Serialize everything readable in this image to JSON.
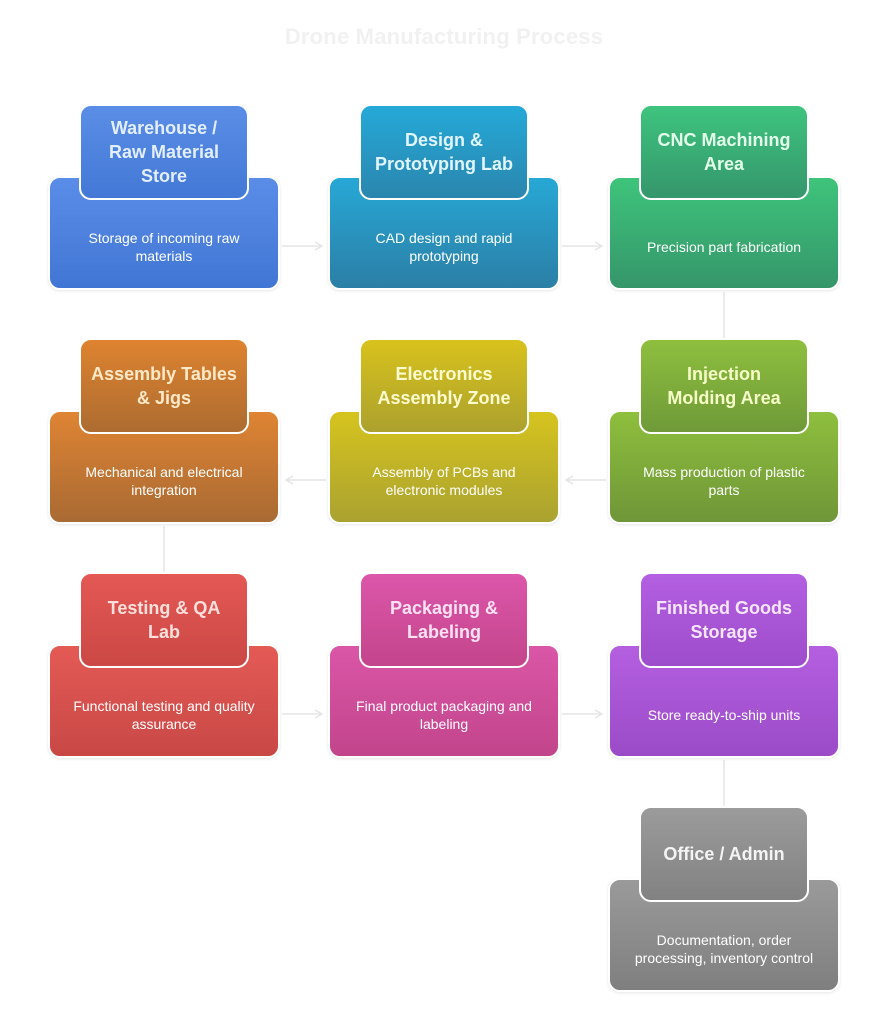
{
  "title": "Drone Manufacturing Process",
  "nodes": [
    {
      "id": "warehouse",
      "title": "Warehouse / Raw Material Store",
      "desc": "Storage of incoming raw materials",
      "colors": {
        "body_top": "#5a8de8",
        "body_bottom": "#4276d4",
        "head_top": "#5a8ee6",
        "head_bottom": "#4378d6",
        "title": "#e3eeff"
      }
    },
    {
      "id": "design",
      "title": "Design & Prototyping Lab",
      "desc": "CAD design and rapid prototyping",
      "colors": {
        "body_top": "#27a8d6",
        "body_bottom": "#2b7fa6",
        "head_top": "#25a9d8",
        "head_bottom": "#2a86ae",
        "title": "#e1f5ff"
      }
    },
    {
      "id": "cnc",
      "title": "CNC Machining Area",
      "desc": "Precision part fabrication",
      "colors": {
        "body_top": "#3ec47b",
        "body_bottom": "#35966a",
        "head_top": "#3ec47e",
        "head_bottom": "#35966c",
        "title": "#e3ffec"
      }
    },
    {
      "id": "injection",
      "title": "Injection Molding Area",
      "desc": "Mass production of plastic parts",
      "colors": {
        "body_top": "#8ebf3d",
        "body_bottom": "#6f9638",
        "head_top": "#8ebf3e",
        "head_bottom": "#6f9a39",
        "title": "#f7ffc8"
      }
    },
    {
      "id": "electronics",
      "title": "Electronics Assembly Zone",
      "desc": "Assembly of PCBs and electronic modules",
      "colors": {
        "body_top": "#d6c41e",
        "body_bottom": "#aaa230",
        "head_top": "#d8c21c",
        "head_bottom": "#aca12e",
        "title": "#fffbd0"
      }
    },
    {
      "id": "assembly",
      "title": "Assembly Tables & Jigs",
      "desc": "Mechanical and electrical integration",
      "colors": {
        "body_top": "#df8433",
        "body_bottom": "#a96a33",
        "head_top": "#de8330",
        "head_bottom": "#ad6c30",
        "title": "#ffe9c8"
      }
    },
    {
      "id": "testing",
      "title": "Testing & QA Lab",
      "desc": "Functional testing and quality assurance",
      "colors": {
        "body_top": "#e45a55",
        "body_bottom": "#c84846",
        "head_top": "#e45854",
        "head_bottom": "#cb4845",
        "title": "#ffe0dc"
      }
    },
    {
      "id": "packaging",
      "title": "Packaging & Labeling",
      "desc": "Final product packaging and labeling",
      "colors": {
        "body_top": "#da56a7",
        "body_bottom": "#c2458b",
        "head_top": "#dc56aa",
        "head_bottom": "#c3458b",
        "title": "#ffe2f4"
      }
    },
    {
      "id": "finished",
      "title": "Finished Goods Storage",
      "desc": "Store ready-to-ship units",
      "colors": {
        "body_top": "#b45fe0",
        "body_bottom": "#9b4bc8",
        "head_top": "#b45fe2",
        "head_bottom": "#9d4ccb",
        "title": "#f6e6ff"
      }
    },
    {
      "id": "office",
      "title": "Office / Admin",
      "desc": "Documentation, order processing, inventory control",
      "colors": {
        "body_top": "#9a9a9a",
        "body_bottom": "#7f7f7f",
        "head_top": "#9b9b9b",
        "head_bottom": "#828282",
        "title": "#f4f4f4"
      }
    }
  ],
  "connections": [
    [
      "warehouse",
      "design"
    ],
    [
      "design",
      "cnc"
    ],
    [
      "cnc",
      "injection"
    ],
    [
      "injection",
      "electronics"
    ],
    [
      "electronics",
      "assembly"
    ],
    [
      "assembly",
      "testing"
    ],
    [
      "testing",
      "packaging"
    ],
    [
      "packaging",
      "finished"
    ],
    [
      "finished",
      "office"
    ]
  ],
  "arrow_color": "#e6e6e6"
}
